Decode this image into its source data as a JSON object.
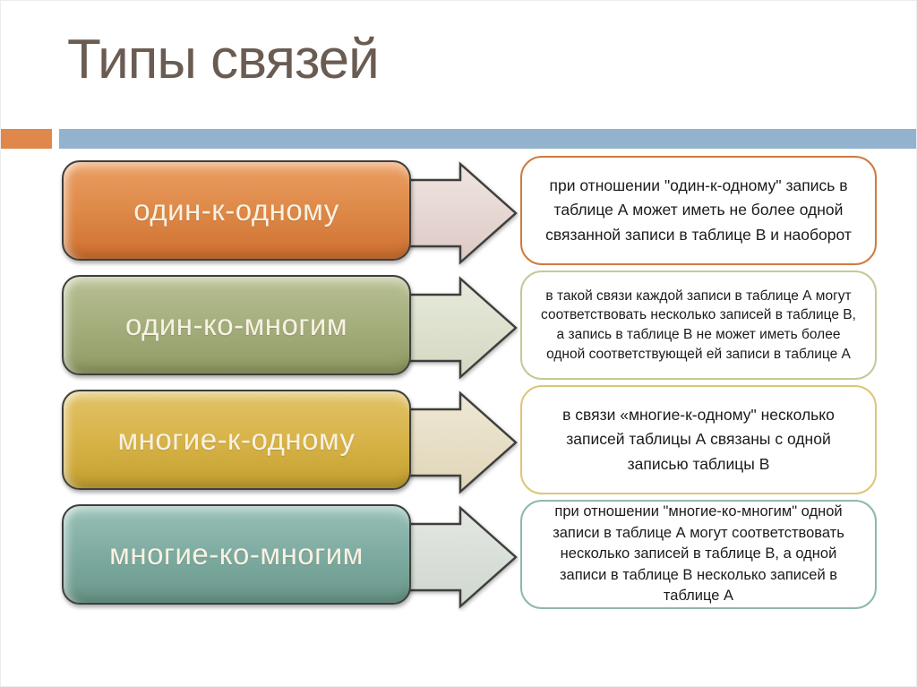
{
  "title": "Типы связей",
  "accent": {
    "orange_block_color": "#E0874B",
    "blue_bar_color": "#93B2CD"
  },
  "theme": {
    "title_color": "#6A5C52",
    "shape_outline_color": "#3F3F3C"
  },
  "rows": [
    {
      "label": "один-к-одному",
      "description": "при отношении \"один-к-одному\" запись в таблице А может иметь не более одной связанной записи в таблице В и наоборот",
      "colors": {
        "fill-top": "#EC9E63",
        "fill-mid": "#DE8A49",
        "fill-bottom": "#D07030",
        "arrow-top": "#F0E5E1",
        "arrow-bottom": "#DCC9C4",
        "box-border": "#CF7B3F"
      }
    },
    {
      "label": "один-ко-многим",
      "description": "в такой связи каждой записи в таблице А могут соответствовать несколько записей в таблице В, а запись в таблице В не может иметь более одной соответствующей ей записи в таблице А",
      "colors": {
        "fill-top": "#B8C094",
        "fill-mid": "#A5AF7E",
        "fill-bottom": "#8F9A62",
        "arrow-top": "#E7EADB",
        "arrow-bottom": "#D3D8C1",
        "box-border": "#C2CA96"
      }
    },
    {
      "label": "многие-к-одному",
      "description": "в связи «многие-к-одному\" несколько записей таблицы А связаны с одной записью таблицы В",
      "colors": {
        "fill-top": "#E1C268",
        "fill-mid": "#D8B44A",
        "fill-bottom": "#C5A02F",
        "arrow-top": "#EFE8D4",
        "arrow-bottom": "#DFD5B8",
        "box-border": "#DFC577"
      }
    },
    {
      "label": "многие-ко-многим",
      "description": "при отношении \"многие-ко-многим\" одной записи в таблице А могут соответствовать несколько записей в таблице В, а одной записи в таблице В несколько записей в таблице А",
      "colors": {
        "fill-top": "#98C0B7",
        "fill-mid": "#7FACA2",
        "fill-bottom": "#699789",
        "arrow-top": "#E3E8E2",
        "arrow-bottom": "#CFD7CF",
        "box-border": "#8FB7AE"
      }
    }
  ]
}
